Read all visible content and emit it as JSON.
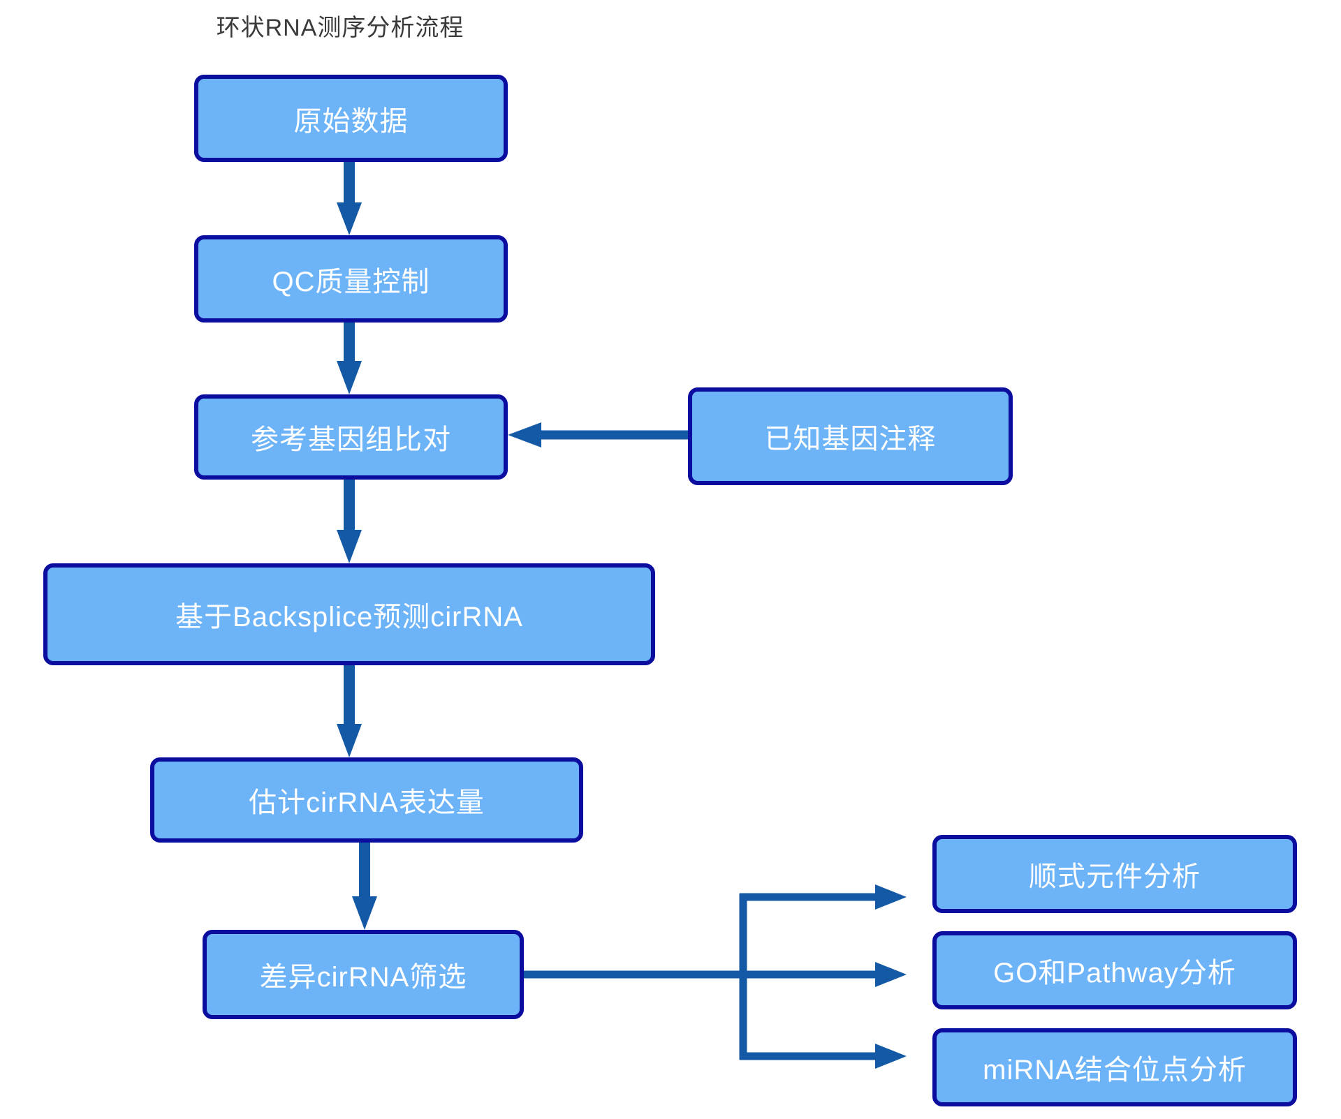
{
  "title": "环状RNA测序分析流程",
  "colors": {
    "box_fill": "#6db3f8",
    "box_border": "#0a0d9e",
    "arrow": "#1459a5",
    "title_text": "#3a3a3a",
    "box_text": "#ffffff",
    "background": "#ffffff"
  },
  "nodes": {
    "raw_data": {
      "label": "原始数据"
    },
    "qc": {
      "label": "QC质量控制"
    },
    "align": {
      "label": "参考基因组比对"
    },
    "annotation": {
      "label": "已知基因注释"
    },
    "backsplice": {
      "label": "基于Backsplice预测cirRNA"
    },
    "expression": {
      "label": "估计cirRNA表达量"
    },
    "diff": {
      "label": "差异cirRNA筛选"
    },
    "cis": {
      "label": "顺式元件分析"
    },
    "go_pathway": {
      "label": "GO和Pathway分析"
    },
    "mirna": {
      "label": "miRNA结合位点分析"
    }
  }
}
